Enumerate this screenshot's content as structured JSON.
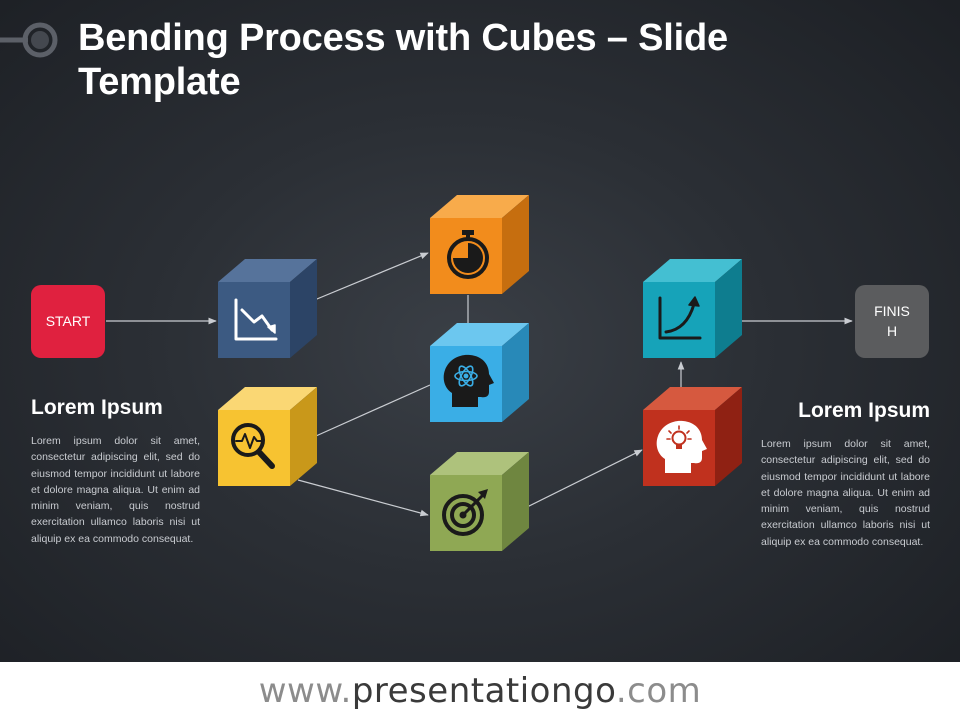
{
  "slide": {
    "title": "Bending Process with Cubes – Slide Template"
  },
  "nodes": {
    "start_label": "START",
    "finish_label_line1": "FINIS",
    "finish_label_line2": "H"
  },
  "cubes": [
    {
      "id": "cube-declining-chart",
      "color": "#3c5a82",
      "icon": "declining-chart-icon"
    },
    {
      "id": "cube-stopwatch",
      "color": "#f28c1c",
      "icon": "stopwatch-icon"
    },
    {
      "id": "cube-atom-head",
      "color": "#3aaee6",
      "icon": "atom-head-icon"
    },
    {
      "id": "cube-magnifier",
      "color": "#f7c331",
      "icon": "magnifier-pulse-icon"
    },
    {
      "id": "cube-target",
      "color": "#8fa854",
      "icon": "target-icon"
    },
    {
      "id": "cube-growth-chart",
      "color": "#16a3b9",
      "icon": "growth-chart-icon"
    },
    {
      "id": "cube-lightbulb-head",
      "color": "#c0311e",
      "icon": "lightbulb-head-icon"
    }
  ],
  "left_block": {
    "heading": "Lorem Ipsum",
    "text": "Lorem ipsum dolor sit amet, consectetur adipiscing elit, sed do eiusmod tempor incididunt ut labore et dolore magna aliqua. Ut enim ad minim veniam, quis nostrud exercitation ullamco laboris nisi ut aliquip ex ea commodo consequat."
  },
  "right_block": {
    "heading": "Lorem Ipsum",
    "text": "Lorem ipsum dolor sit amet, consectetur adipiscing elit, sed do eiusmod tempor incididunt ut labore et dolore magna aliqua. Ut enim ad minim veniam, quis nostrud exercitation ullamco laboris nisi ut aliquip ex ea commodo consequat."
  },
  "footer": {
    "prefix": "www.",
    "brand": "presentationgo",
    "suffix": ".com"
  },
  "colors": {
    "start": "#e0213f",
    "finish": "#5a5a5a",
    "arrow": "#c9ccd1"
  }
}
